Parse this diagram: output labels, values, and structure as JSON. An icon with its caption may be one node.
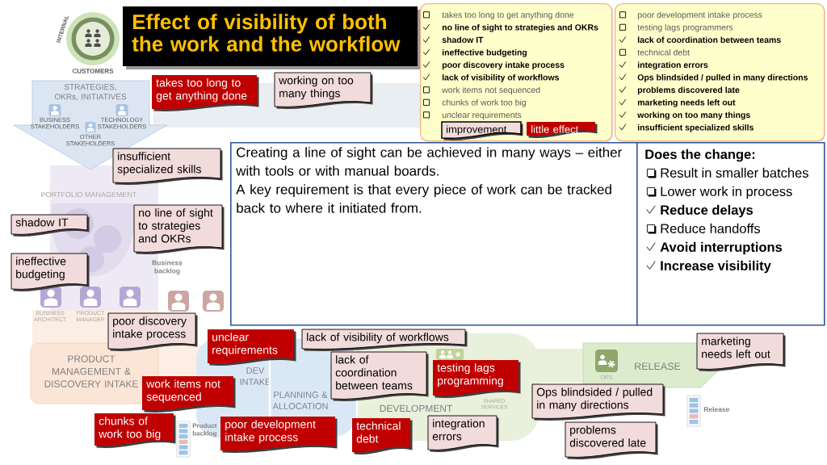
{
  "diagram": {
    "title": "Effect of visibility of both the work and the workflow",
    "nodes": [
      {
        "text": [
          "INTERNAL",
          "CUSTOMERS"
        ]
      },
      {
        "text": [
          "takes too long to get anything done",
          "no line of sight to strategies and OKRs",
          "shadow IT",
          "ineffective budgeting",
          "poor discovery intake process",
          "lack of visibility of workflows",
          "work items not sequenced",
          "chunks of work too big",
          "unclear requirements"
        ]
      },
      {
        "text": [
          "poor development intake process",
          "testing lags programmers",
          "lack of coordination between teams",
          "technical debt",
          "integration errors",
          "Ops blindsided / pulled in many directions",
          "problems discovered late",
          "marketing needs left out",
          "working on too many things",
          "insufficient specialized skills"
        ]
      },
      {
        "text": [
          "STRATEGIES, OKRs, INITIATIVES",
          "BUSINESS STAKEHOLDERS",
          "TECHNOLOGY STAKEHOLDERS",
          "OTHER STAKEHOLDERS"
        ]
      },
      {
        "text": [
          "takes too long to get anything done"
        ]
      },
      {
        "text": [
          "working on too many things"
        ]
      },
      {
        "text": [
          "insufficient specialized skills"
        ]
      },
      {
        "text": [
          "Creating a line of sight can be achieved in many ways – either with tools or with manual boards.",
          "A key requirement is that every piece of work can be tracked back to where it initiated from."
        ]
      },
      {
        "text": [
          "Does the change:",
          "Result in smaller batches",
          "Lower work in process",
          "Reduce delays",
          "Reduce handoffs",
          "Avoid interruptions",
          "Increase visibility"
        ]
      },
      {
        "text": [
          "PORTFOLIO MANAGEMENT"
        ]
      },
      {
        "text": [
          "shadow IT"
        ]
      },
      {
        "text": [
          "no line of sight to strategies and OKRs"
        ]
      },
      {
        "text": [
          "ineffective budgeting"
        ]
      },
      {
        "text": [
          "poor discovery intake process"
        ]
      },
      {
        "text": [
          "unclear requirements"
        ]
      },
      {
        "text": [
          "lack of visibility of workflows"
        ]
      },
      {
        "text": [
          "marketing needs left out"
        ]
      },
      {
        "text": [
          "PRODUCT MANAGEMENT & DISCOVERY INTAKE"
        ]
      },
      {
        "text": [
          "DEV INTAKE"
        ]
      },
      {
        "text": [
          "PLANNING & ALLOCATION"
        ]
      },
      {
        "text": [
          "lack of coordination between teams"
        ]
      },
      {
        "text": [
          "DEVELOPMENT",
          "SHARED SERVICES"
        ]
      },
      {
        "text": [
          "OPS",
          "RELEASE"
        ]
      },
      {
        "text": [
          "testing lags programming"
        ],
        "in": 21
      },
      {
        "text": [
          "work items not sequenced"
        ]
      },
      {
        "text": [
          "Ops blindsided / pulled in many directions"
        ]
      },
      {
        "text": [
          "chunks of work too big"
        ]
      },
      {
        "text": [
          "poor development intake process"
        ]
      },
      {
        "text": [
          "technical debt"
        ]
      },
      {
        "text": [
          "integration errors"
        ]
      },
      {
        "text": [
          "problems discovered late"
        ]
      }
    ],
    "labels": [
      "Business backlog",
      "BUSINESS ARCHITECT",
      "PRODUCT MANAGER",
      "Release",
      "Product backlog"
    ],
    "legend": [
      {
        "text": "improvement",
        "color": "#f2dcdb"
      },
      {
        "text": "little effect",
        "color": "#c00000"
      }
    ]
  }
}
